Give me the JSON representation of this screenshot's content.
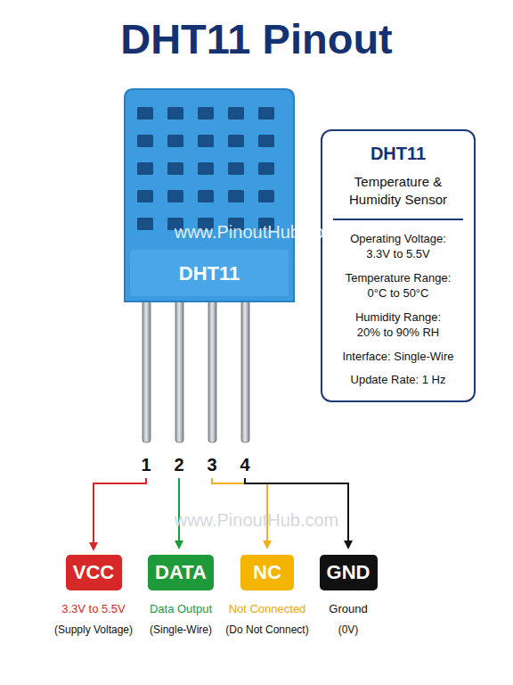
{
  "diagram": {
    "title": "DHT11 Pinout",
    "nodes": [
      {
        "text": [
          "DHT11"
        ]
      },
      {
        "text": [
          "DHT11",
          "Temperature & Humidity Sensor",
          "Operating Voltage: 3.3V to 5.5V",
          "Temperature Range: 0°C to 50°C",
          "Humidity Range: 20% to 90% RH",
          "Interface: Single-Wire",
          "Update Rate: 1 Hz"
        ]
      },
      {
        "text": [
          "VCC"
        ]
      },
      {
        "text": [
          "DATA"
        ]
      },
      {
        "text": [
          "NC"
        ]
      },
      {
        "text": [
          "GND"
        ]
      }
    ],
    "labels": [
      "1",
      "2",
      "3",
      "4",
      "www.PinoutHub.com",
      "www.PinoutHub.com",
      "3.3V to 5.5V",
      "(Supply Voltage)",
      "Data Output",
      "(Single-Wire)",
      "Not Connected",
      "(Do Not Connect)",
      "Ground",
      "(0V)"
    ]
  }
}
